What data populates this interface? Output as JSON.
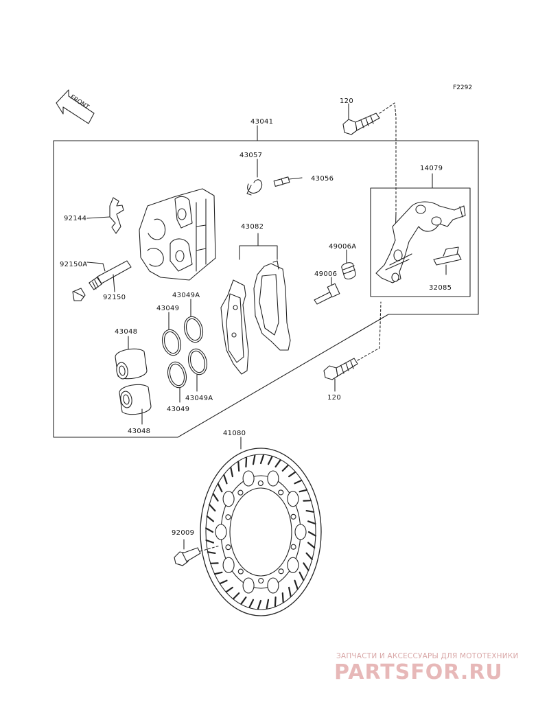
{
  "diagram": {
    "ref_code": "F2292",
    "front_label": "FRONT",
    "parts": {
      "p120_top": "120",
      "p43041": "43041",
      "p43057": "43057",
      "p43056": "43056",
      "p14079": "14079",
      "p92144": "92144",
      "p43082": "43082",
      "p49006A": "49006A",
      "p92150A": "92150A",
      "p49006": "49006",
      "p32085": "32085",
      "p92150": "92150",
      "p43049A_top": "43049A",
      "p43049_top": "43049",
      "p43048_top": "43048",
      "p120_bottom": "120",
      "p43049A_bottom": "43049A",
      "p43049_bottom": "43049",
      "p43048_bottom": "43048",
      "p41080": "41080",
      "p92009": "92009"
    }
  },
  "watermark": {
    "tagline": "ЗАПЧАСТИ И АКСЕССУАРЫ ДЛЯ МОТОТЕХНИКИ",
    "logo": "PARTSFOR.RU"
  }
}
